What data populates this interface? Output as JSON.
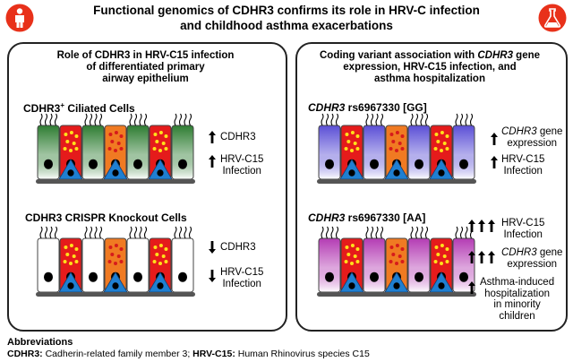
{
  "header": {
    "title_line1": "Functional genomics of CDHR3 confirms its role in HRV-C infection",
    "title_line2": "and childhood asthma exacerbations"
  },
  "icons": {
    "left": "person-icon",
    "right": "flask-icon",
    "icon_bg": "#e8311a"
  },
  "left_panel": {
    "title_line1": "Role of CDHR3 in HRV-C15 infection",
    "title_line2": "of differentiated primary",
    "title_line3": "airway epithelium",
    "top": {
      "subtitle": "CDHR3",
      "subtitle_sup": "+",
      "subtitle_rest": " Ciliated Cells",
      "effects": [
        {
          "direction": "up",
          "lines": [
            "CDHR3"
          ]
        },
        {
          "direction": "up",
          "lines": [
            "HRV-C15",
            "Infection"
          ]
        }
      ]
    },
    "bottom": {
      "subtitle": "CDHR3 CRISPR Knockout Cells",
      "effects": [
        {
          "direction": "down",
          "lines": [
            "CDHR3"
          ]
        },
        {
          "direction": "down",
          "lines": [
            "HRV-C15",
            "Infection"
          ]
        }
      ]
    }
  },
  "right_panel": {
    "title_line1_pre": "Coding variant association with ",
    "title_line1_em": "CDHR3",
    "title_line1_post": " gene",
    "title_line2": "expression, HRV-C15 infection, and",
    "title_line3": "asthma hospitalization",
    "top": {
      "subtitle_em": "CDHR3",
      "subtitle_rest": " rs6967330 [GG]",
      "effects": [
        {
          "direction": "up",
          "count": 1,
          "em": "CDHR3",
          "lines": [
            " gene",
            "expression"
          ]
        },
        {
          "direction": "up",
          "count": 1,
          "lines": [
            "HRV-C15",
            "Infection"
          ]
        }
      ]
    },
    "bottom": {
      "subtitle_em": "CDHR3",
      "subtitle_rest": " rs6967330 [AA]",
      "effects": [
        {
          "direction": "up",
          "count": 3,
          "lines": [
            "HRV-C15",
            "Infection"
          ]
        },
        {
          "direction": "up",
          "count": 3,
          "em": "CDHR3",
          "lines": [
            " gene",
            "expression"
          ]
        },
        {
          "direction": "up",
          "count": 1,
          "lines": [
            "Asthma-induced",
            "hospitalization",
            "in minority",
            "children"
          ]
        }
      ]
    }
  },
  "abbreviations": {
    "heading": "Abbreviations",
    "items": [
      {
        "term": "CDHR3:",
        "definition": " Cadherin-related family member 3;  "
      },
      {
        "term": "HRV-C15:",
        "definition": " Human Rhinovirus species C15"
      }
    ]
  },
  "colors": {
    "ciliated_green": "#2e7d32",
    "ciliated_purple": "#5b4fd6",
    "ciliated_magenta": "#b43cb4",
    "goblet_red": "#e51b1b",
    "secretory_orange": "#f07a22",
    "basal_blue": "#1f7fd1",
    "nucleus": "#000000",
    "granule_yellow": "#ffe11a",
    "granule_red": "#d61b1b",
    "membrane": "#555555"
  }
}
